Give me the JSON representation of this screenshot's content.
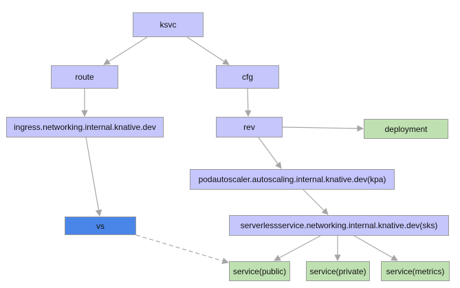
{
  "nodes": {
    "ksvc": "ksvc",
    "route": "route",
    "cfg": "cfg",
    "ingress": "ingress.networking.internal.knative.dev",
    "rev": "rev",
    "deployment": "deployment",
    "podautoscaler": "podautoscaler.autoscaling.internal.knative.dev(kpa)",
    "vs": "vs",
    "sks": "serverlessservice.networking.internal.knative.dev(sks)",
    "service_public": "service(public)",
    "service_private": "service(private)",
    "service_metrics": "service(metrics)"
  },
  "edges": [
    {
      "from": "ksvc",
      "to": "route",
      "style": "solid"
    },
    {
      "from": "ksvc",
      "to": "cfg",
      "style": "solid"
    },
    {
      "from": "route",
      "to": "ingress",
      "style": "solid"
    },
    {
      "from": "cfg",
      "to": "rev",
      "style": "solid"
    },
    {
      "from": "rev",
      "to": "deployment",
      "style": "solid"
    },
    {
      "from": "rev",
      "to": "podautoscaler",
      "style": "solid"
    },
    {
      "from": "ingress",
      "to": "vs",
      "style": "solid"
    },
    {
      "from": "podautoscaler",
      "to": "sks",
      "style": "solid"
    },
    {
      "from": "vs",
      "to": "service_public",
      "style": "dashed"
    },
    {
      "from": "sks",
      "to": "service_public",
      "style": "solid"
    },
    {
      "from": "sks",
      "to": "service_private",
      "style": "solid"
    },
    {
      "from": "sks",
      "to": "service_metrics",
      "style": "solid"
    }
  ],
  "colors": {
    "resource_node": "#c5c6fb",
    "leaf_node": "#bfe1b1",
    "vs_node": "#4a86e8",
    "edge": "#a6a6a6",
    "node_border": "#9a9a9a"
  }
}
